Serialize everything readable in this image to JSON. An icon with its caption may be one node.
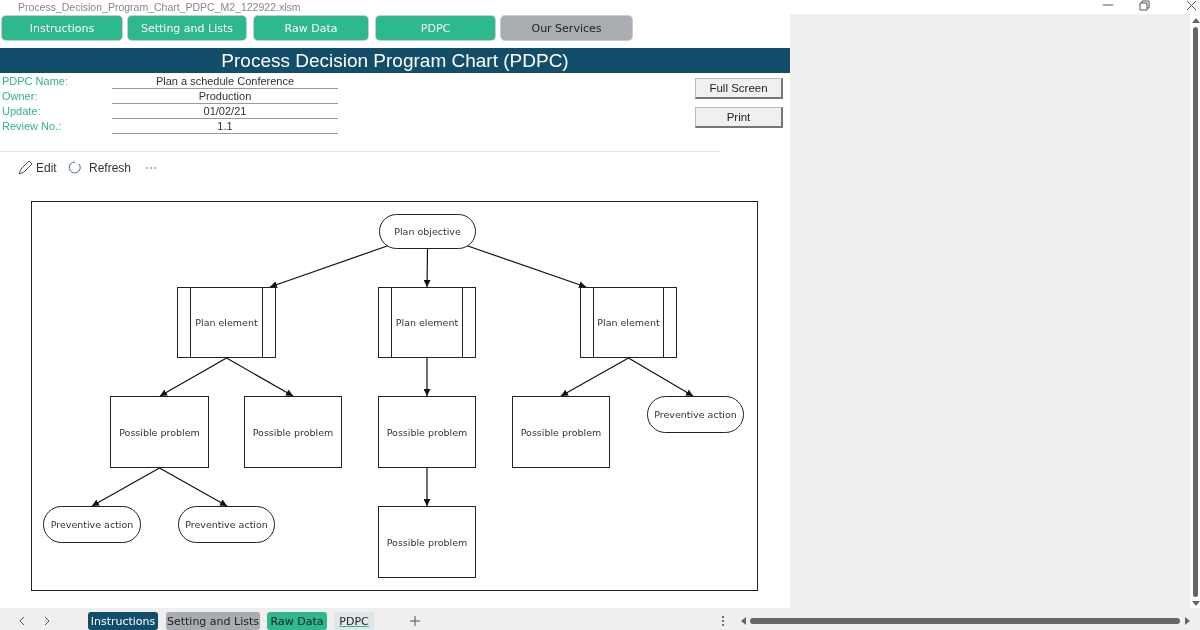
{
  "diagram": {
    "title": "Process Decision Program Chart (PDPC)",
    "nodes": [
      {
        "text": [
          "Plan objective"
        ]
      },
      {
        "text": [
          "Plan element"
        ]
      },
      {
        "text": [
          "Plan element"
        ]
      },
      {
        "text": [
          "Plan element"
        ]
      },
      {
        "text": [
          "Possible problem"
        ]
      },
      {
        "text": [
          "Possible problem"
        ]
      },
      {
        "text": [
          "Possible problem"
        ]
      },
      {
        "text": [
          "Possible problem"
        ]
      },
      {
        "text": [
          "Preventive action"
        ]
      },
      {
        "text": [
          "Preventive action"
        ]
      },
      {
        "text": [
          "Preventive action"
        ]
      },
      {
        "text": [
          "Possible problem"
        ]
      }
    ],
    "edges": [
      {
        "from": 0,
        "to": 1,
        "arrow": "to"
      },
      {
        "from": 0,
        "to": 2,
        "arrow": "to"
      },
      {
        "from": 0,
        "to": 3,
        "arrow": "to"
      },
      {
        "from": 1,
        "to": 4,
        "arrow": "to"
      },
      {
        "from": 1,
        "to": 5,
        "arrow": "to"
      },
      {
        "from": 2,
        "to": 6,
        "arrow": "to"
      },
      {
        "from": 3,
        "to": 7,
        "arrow": "to"
      },
      {
        "from": 3,
        "to": 8,
        "arrow": "to"
      },
      {
        "from": 4,
        "to": 9,
        "arrow": "to"
      },
      {
        "from": 4,
        "to": 10,
        "arrow": "to"
      },
      {
        "from": 6,
        "to": 11,
        "arrow": "to"
      }
    ],
    "labels": [
      "Process_Decision_Program_Chart_PDPC_M2_122922.xlsm",
      "Instructions",
      "Setting and Lists",
      "Raw Data",
      "PDPC",
      "Our Services",
      "PDPC Name:",
      "Plan a schedule Conference",
      "Owner:",
      "Production",
      "Update:",
      "01/02/21",
      "Review No.:",
      "1.1",
      "Full Screen",
      "Print",
      "Edit",
      "Refresh",
      "Instructions",
      "Setting and Lists",
      "Raw Data",
      "PDPC"
    ]
  }
}
